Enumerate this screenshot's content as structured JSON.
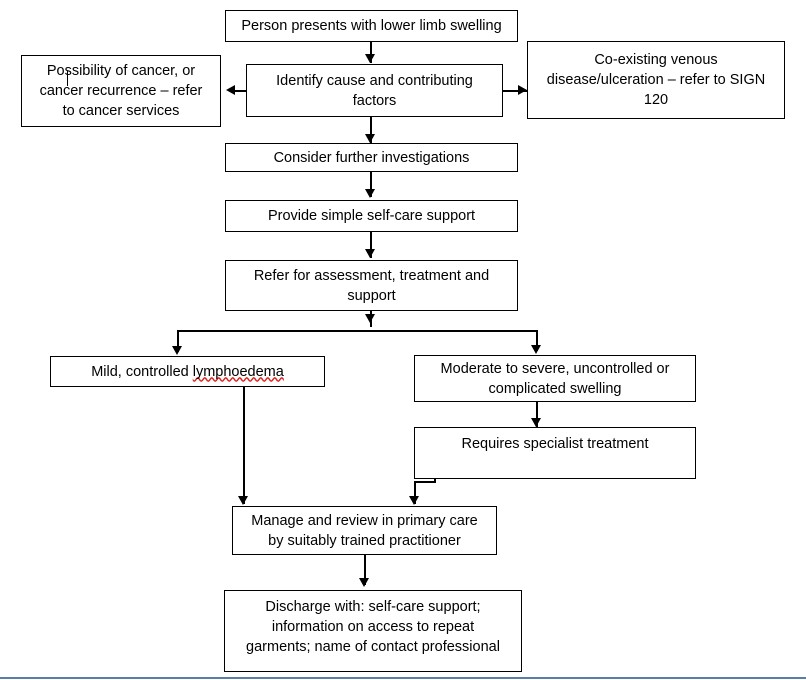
{
  "document": {
    "title": "Lower limb swelling management pathway",
    "type": "flowchart",
    "background_color": "#ffffff",
    "line_color": "#000000",
    "footer_rule_color": "#5b7ca6",
    "spellcheck_underline_color": "#e0201b"
  },
  "nodes": {
    "presents": "Person presents with lower limb swelling",
    "identify": "Identify cause and contributing\nfactors",
    "cancer": "Possibility of cancer, or\ncancer recurrence – refer\nto cancer services",
    "venous": "Co-existing venous\ndisease/ulceration – refer to SIGN\n120",
    "investigations": "Consider further investigations",
    "selfcare": "Provide simple self-care support",
    "refer": "Refer for assessment, treatment and\nsupport",
    "mild_prefix": "Mild, controlled ",
    "mild_misspelled": "lymphoedema",
    "moderate": "Moderate to severe, uncontrolled or\ncomplicated swelling",
    "specialist": "Requires specialist treatment",
    "manage": "Manage and review in primary care\nby suitably trained practitioner",
    "discharge": "Discharge with: self-care support;\ninformation on access to repeat\ngarments; name of contact professional"
  },
  "edges": [
    {
      "from": "presents",
      "to": "identify",
      "label": ""
    },
    {
      "from": "identify",
      "to": "cancer",
      "label": ""
    },
    {
      "from": "identify",
      "to": "venous",
      "label": ""
    },
    {
      "from": "identify",
      "to": "investigations",
      "label": ""
    },
    {
      "from": "investigations",
      "to": "selfcare",
      "label": ""
    },
    {
      "from": "selfcare",
      "to": "refer",
      "label": ""
    },
    {
      "from": "refer",
      "to": "mild",
      "label": ""
    },
    {
      "from": "refer",
      "to": "moderate",
      "label": ""
    },
    {
      "from": "moderate",
      "to": "specialist",
      "label": ""
    },
    {
      "from": "mild",
      "to": "manage",
      "label": ""
    },
    {
      "from": "specialist",
      "to": "manage",
      "label": ""
    },
    {
      "from": "manage",
      "to": "discharge",
      "label": ""
    }
  ]
}
